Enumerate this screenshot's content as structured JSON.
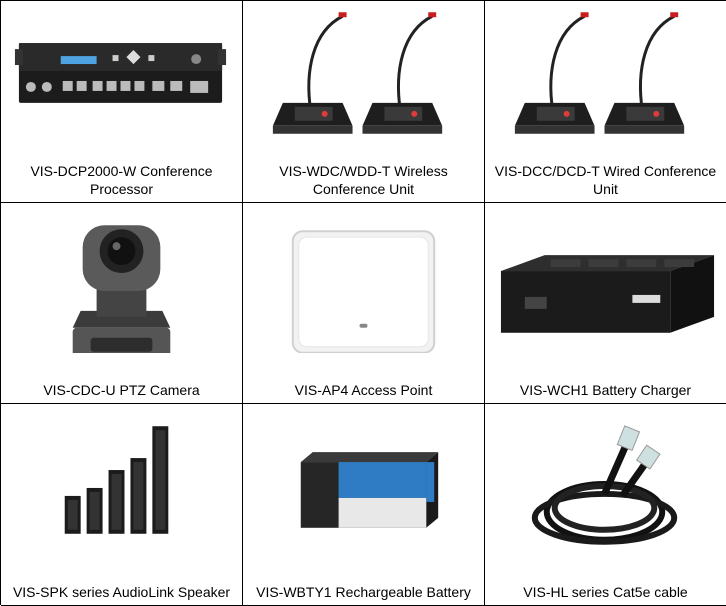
{
  "products": [
    {
      "caption": "VIS-DCP2000-W Conference Processor",
      "icon": "conference-processor-image"
    },
    {
      "caption": "VIS-WDC/WDD-T Wireless Conference Unit",
      "icon": "wireless-conference-unit-image"
    },
    {
      "caption": "VIS-DCC/DCD-T Wired Conference Unit",
      "icon": "wired-conference-unit-image"
    },
    {
      "caption": "VIS-CDC-U PTZ Camera",
      "icon": "ptz-camera-image"
    },
    {
      "caption": "VIS-AP4 Access Point",
      "icon": "access-point-image"
    },
    {
      "caption": "VIS-WCH1 Battery Charger",
      "icon": "battery-charger-image"
    },
    {
      "caption": "VIS-SPK series AudioLink Speaker",
      "icon": "speaker-image"
    },
    {
      "caption": "VIS-WBTY1 Rechargeable Battery",
      "icon": "battery-image"
    },
    {
      "caption": "VIS-HL series Cat5e cable",
      "icon": "cat5e-cable-image"
    }
  ]
}
